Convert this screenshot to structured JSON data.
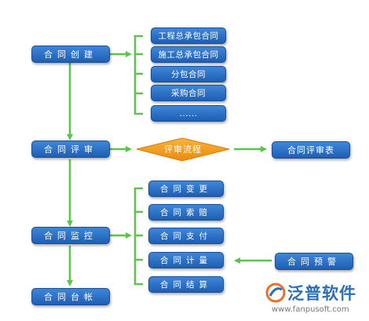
{
  "main_flow": [
    {
      "label": "合同创建"
    },
    {
      "label": "合同评审"
    },
    {
      "label": "合同监控"
    },
    {
      "label": "合同台帐"
    }
  ],
  "creation_types": [
    "工程总承包合同",
    "施工总承包合同",
    "分包合同",
    "采购合同",
    "......"
  ],
  "review": {
    "process_label": "评审流程",
    "result_label": "合同评审表"
  },
  "monitoring_items": [
    "合同变更",
    "合同索赔",
    "合同支付",
    "合同计量",
    "合同结算"
  ],
  "warning_label": "合同预警",
  "watermark": {
    "name": "泛普软件",
    "url": "www.fanpusoft.com"
  },
  "colors": {
    "box_blue": "#2a6fc4",
    "arrow_green": "#5cc44a",
    "diamond_orange": "#f39c12"
  }
}
